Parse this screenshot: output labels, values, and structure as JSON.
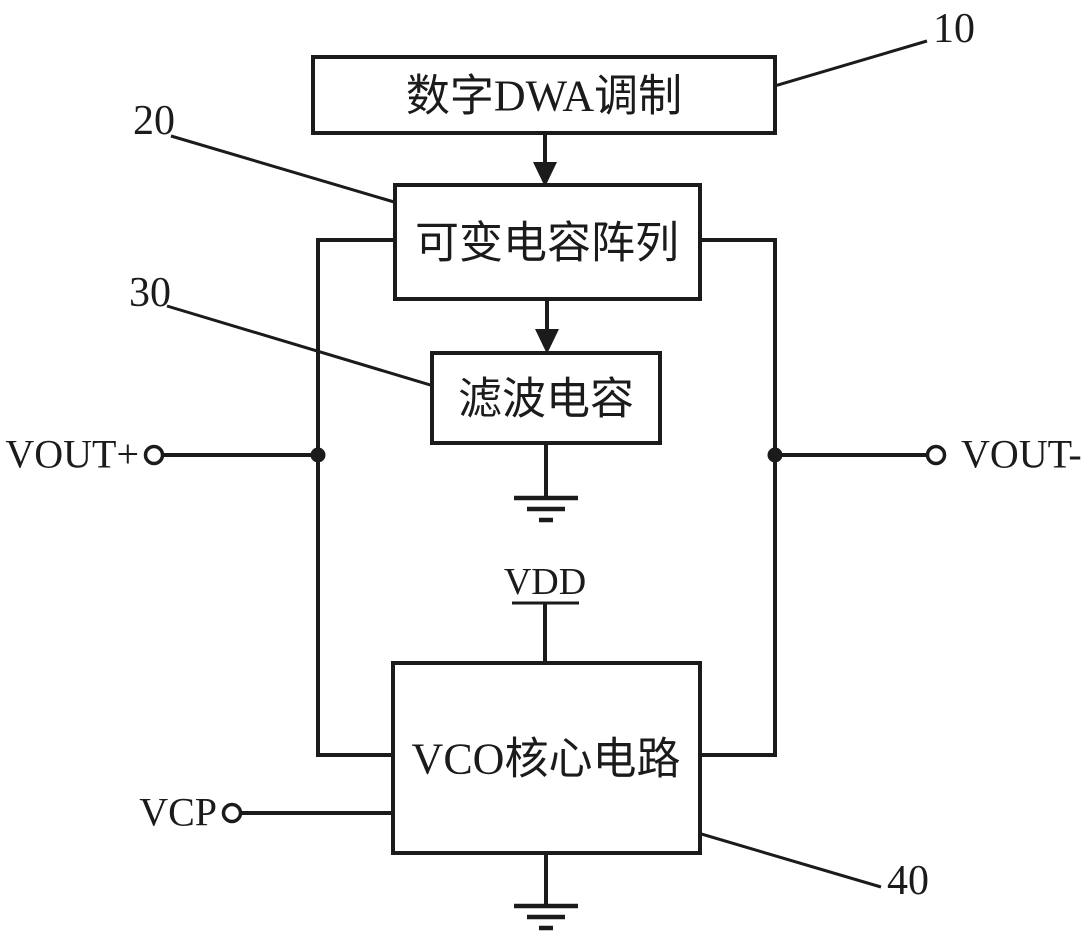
{
  "diagram": {
    "blocks": [
      {
        "label": "数字DWA调制",
        "ref": "10"
      },
      {
        "label": "可变电容阵列",
        "ref": "20"
      },
      {
        "label": "滤波电容",
        "ref": "30"
      },
      {
        "label": "VCO核心电路",
        "ref": "40"
      }
    ],
    "terminals": {
      "vdd": "VDD",
      "vout_plus": "VOUT+",
      "vout_minus": "VOUT-",
      "vcp": "VCP"
    },
    "colors": {
      "stroke": "#1b1b1b",
      "background": "#ffffff"
    }
  }
}
